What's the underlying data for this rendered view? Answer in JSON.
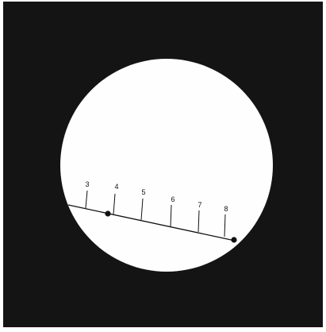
{
  "figure": {
    "colors": {
      "background": "#141414",
      "disc": "#fefefe",
      "line": "#111111",
      "frame_border": "#ffffff"
    },
    "tick_labels": [
      "3",
      "4",
      "5",
      "6",
      "7",
      "8"
    ],
    "marked_points": 2
  }
}
